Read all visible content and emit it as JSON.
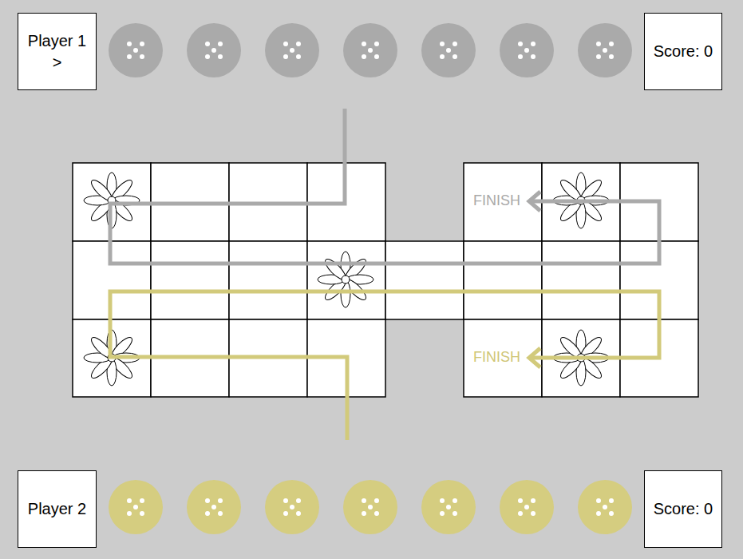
{
  "diagram": {
    "nodes": [
      {
        "text": [
          "Player 1",
          ">"
        ]
      },
      {
        "text": [
          "Score: 0"
        ]
      },
      {
        "text": [
          "Player 2"
        ]
      },
      {
        "text": [
          "Score: 0"
        ]
      }
    ],
    "labels": [
      "FINISH",
      "FINISH"
    ]
  }
}
